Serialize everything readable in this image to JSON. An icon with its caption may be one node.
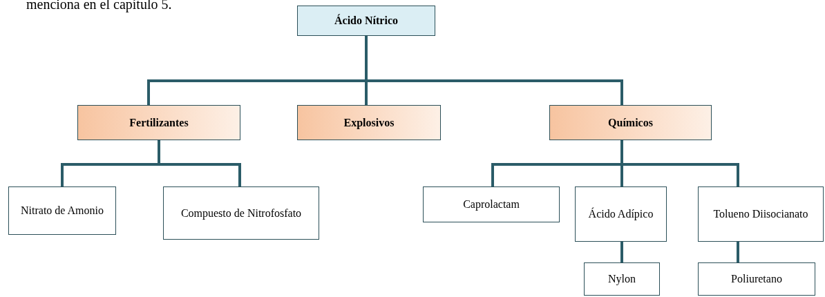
{
  "diagram": {
    "nodes": [
      {
        "text": [
          "Ácido Nítrico"
        ]
      },
      {
        "text": [
          "Fertilizantes"
        ]
      },
      {
        "text": [
          "Explosivos"
        ]
      },
      {
        "text": [
          "Químicos"
        ]
      },
      {
        "text": [
          "Nitrato de Amonio"
        ]
      },
      {
        "text": [
          "Compuesto de Nitrofosfato"
        ]
      },
      {
        "text": [
          "Caprolactam"
        ]
      },
      {
        "text": [
          "Ácido Adípico"
        ]
      },
      {
        "text": [
          "Tolueno Diisocianato"
        ]
      },
      {
        "text": [
          "Nylon"
        ]
      },
      {
        "text": [
          "Poliuretano"
        ]
      }
    ],
    "edges": [
      {
        "from": 0,
        "to": 1,
        "arrow": "none"
      },
      {
        "from": 0,
        "to": 2,
        "arrow": "none"
      },
      {
        "from": 0,
        "to": 3,
        "arrow": "none"
      },
      {
        "from": 1,
        "to": 4,
        "arrow": "none"
      },
      {
        "from": 1,
        "to": 5,
        "arrow": "none"
      },
      {
        "from": 3,
        "to": 6,
        "arrow": "none"
      },
      {
        "from": 3,
        "to": 7,
        "arrow": "none"
      },
      {
        "from": 3,
        "to": 8,
        "arrow": "none"
      },
      {
        "from": 7,
        "to": 9,
        "arrow": "none"
      },
      {
        "from": 8,
        "to": 10,
        "arrow": "none"
      }
    ],
    "labels": [
      "menciona en el capítulo 5."
    ]
  }
}
